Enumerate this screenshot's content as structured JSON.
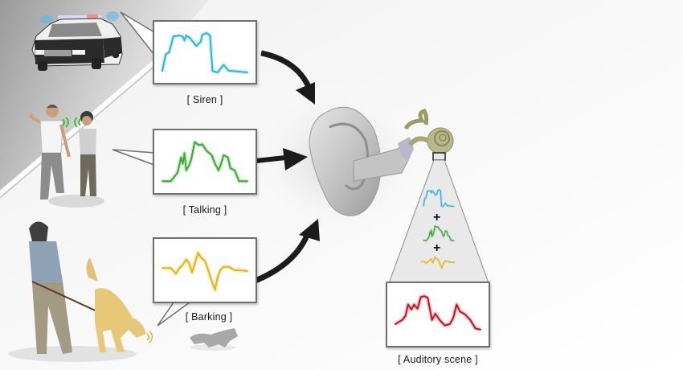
{
  "sources": [
    {
      "id": "siren",
      "caption": "[ Siren ]",
      "color": "#2fb7cc",
      "waveform": [
        [
          0,
          0.05
        ],
        [
          0.04,
          0.45
        ],
        [
          0.08,
          0.5
        ],
        [
          0.13,
          0.88
        ],
        [
          0.2,
          0.9
        ],
        [
          0.24,
          0.88
        ],
        [
          0.26,
          0.78
        ],
        [
          0.28,
          0.9
        ],
        [
          0.32,
          0.85
        ],
        [
          0.36,
          0.75
        ],
        [
          0.4,
          0.65
        ],
        [
          0.45,
          0.75
        ],
        [
          0.47,
          0.92
        ],
        [
          0.52,
          0.96
        ],
        [
          0.56,
          0.9
        ],
        [
          0.59,
          0.05
        ],
        [
          0.65,
          0.02
        ],
        [
          0.72,
          0.2
        ],
        [
          0.78,
          0.06
        ],
        [
          1,
          0.02
        ]
      ]
    },
    {
      "id": "talking",
      "caption": "[ Talking ]",
      "color": "#3aaa35",
      "waveform": [
        [
          0,
          0.05
        ],
        [
          0.1,
          0.05
        ],
        [
          0.18,
          0.25
        ],
        [
          0.22,
          0.6
        ],
        [
          0.24,
          0.45
        ],
        [
          0.26,
          0.7
        ],
        [
          0.28,
          0.3
        ],
        [
          0.31,
          0.4
        ],
        [
          0.34,
          0.55
        ],
        [
          0.38,
          0.95
        ],
        [
          0.43,
          0.88
        ],
        [
          0.47,
          0.9
        ],
        [
          0.52,
          0.75
        ],
        [
          0.58,
          0.65
        ],
        [
          0.62,
          0.45
        ],
        [
          0.66,
          0.3
        ],
        [
          0.69,
          0.45
        ],
        [
          0.72,
          0.65
        ],
        [
          0.77,
          0.6
        ],
        [
          0.8,
          0.35
        ],
        [
          0.85,
          0.3
        ],
        [
          0.9,
          0.05
        ],
        [
          1,
          0.05
        ]
      ]
    },
    {
      "id": "barking",
      "caption": "[ Barking ]",
      "color": "#e8b40a",
      "waveform": [
        [
          0,
          0.55
        ],
        [
          0.1,
          0.55
        ],
        [
          0.16,
          0.42
        ],
        [
          0.2,
          0.55
        ],
        [
          0.24,
          0.62
        ],
        [
          0.28,
          0.75
        ],
        [
          0.31,
          0.68
        ],
        [
          0.35,
          0.45
        ],
        [
          0.38,
          0.65
        ],
        [
          0.42,
          0.9
        ],
        [
          0.46,
          0.78
        ],
        [
          0.5,
          0.72
        ],
        [
          0.54,
          0.5
        ],
        [
          0.58,
          0.25
        ],
        [
          0.62,
          0.05
        ],
        [
          0.65,
          0.35
        ],
        [
          0.68,
          0.5
        ],
        [
          0.72,
          0.58
        ],
        [
          0.78,
          0.58
        ],
        [
          0.85,
          0.5
        ],
        [
          0.92,
          0.5
        ],
        [
          1,
          0.48
        ]
      ]
    }
  ],
  "combination": {
    "operator_label": "+",
    "result_caption": "[ Auditory scene ]",
    "result_color": "#c8141e",
    "result_waveform": [
      [
        0,
        0.25
      ],
      [
        0.08,
        0.35
      ],
      [
        0.12,
        0.45
      ],
      [
        0.15,
        0.72
      ],
      [
        0.19,
        0.6
      ],
      [
        0.22,
        0.72
      ],
      [
        0.26,
        0.62
      ],
      [
        0.3,
        0.9
      ],
      [
        0.34,
        0.92
      ],
      [
        0.38,
        0.88
      ],
      [
        0.43,
        0.35
      ],
      [
        0.47,
        0.5
      ],
      [
        0.52,
        0.35
      ],
      [
        0.58,
        0.22
      ],
      [
        0.64,
        0.25
      ],
      [
        0.68,
        0.4
      ],
      [
        0.72,
        0.72
      ],
      [
        0.76,
        0.55
      ],
      [
        0.82,
        0.48
      ],
      [
        0.88,
        0.35
      ],
      [
        0.94,
        0.15
      ],
      [
        1,
        0.12
      ]
    ]
  }
}
